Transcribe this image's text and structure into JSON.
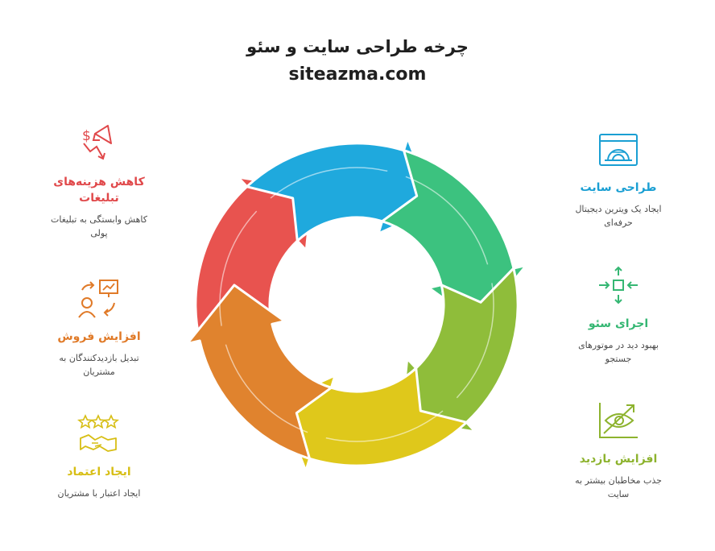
{
  "header": {
    "title": "چرخه طراحی سایت و سئو",
    "subtitle": "siteazma.com"
  },
  "colors": {
    "red": "#E8534F",
    "blue": "#1FA9DD",
    "green": "#3CC27F",
    "lime": "#8FBD3A",
    "yellow": "#DFC81B",
    "orange": "#E0832E",
    "red_text": "#E0484A",
    "blue_text": "#1A9FD3",
    "green_text": "#35B773",
    "lime_text": "#8DB32E",
    "orange_text": "#E07A28",
    "yellow_text": "#D7BE14"
  },
  "steps": [
    {
      "label": "طراحی سایت",
      "desc": "ایجاد یک ویترین دیجیتال حرفه‌ای",
      "icon": "website-icon"
    },
    {
      "label": "اجرای سئو",
      "desc": "بهبود دید در موتورهای جستجو",
      "icon": "focus-arrows-icon"
    },
    {
      "label": "افزایش بازدید",
      "desc": "جذب مخاطبان بیشتر به سایت",
      "icon": "eye-chart-icon"
    },
    {
      "label": "ایجاد اعتماد",
      "desc": "ایجاد اعتبار با مشتریان",
      "icon": "stars-handshake-icon"
    },
    {
      "label": "افزایش فروش",
      "desc": "تبدیل بازدیدکنندگان به مشتریان",
      "icon": "conversion-icon"
    },
    {
      "label": "کاهش هزینه‌های تبلیغات",
      "desc": "کاهش وابستگی به تبلیغات پولی",
      "icon": "dollar-megaphone-icon"
    }
  ]
}
